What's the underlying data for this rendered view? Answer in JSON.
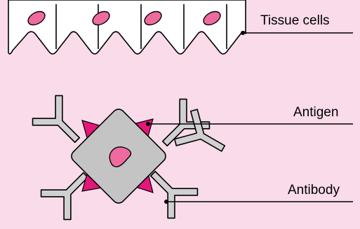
{
  "labels": {
    "tissue_cells": "Tissue cells",
    "antigen": "Antigen",
    "antibody": "Antibody"
  },
  "colors": {
    "background": "#f9dbe9",
    "cell_fill": "#ffffff",
    "nucleus": "#ef6b9f",
    "antigen_body": "#c4c4c4",
    "antigen_nucleus": "#ef6b9f",
    "binding_site": "#e3177a",
    "antibody": "#d0d0d0",
    "outline": "#000000"
  }
}
